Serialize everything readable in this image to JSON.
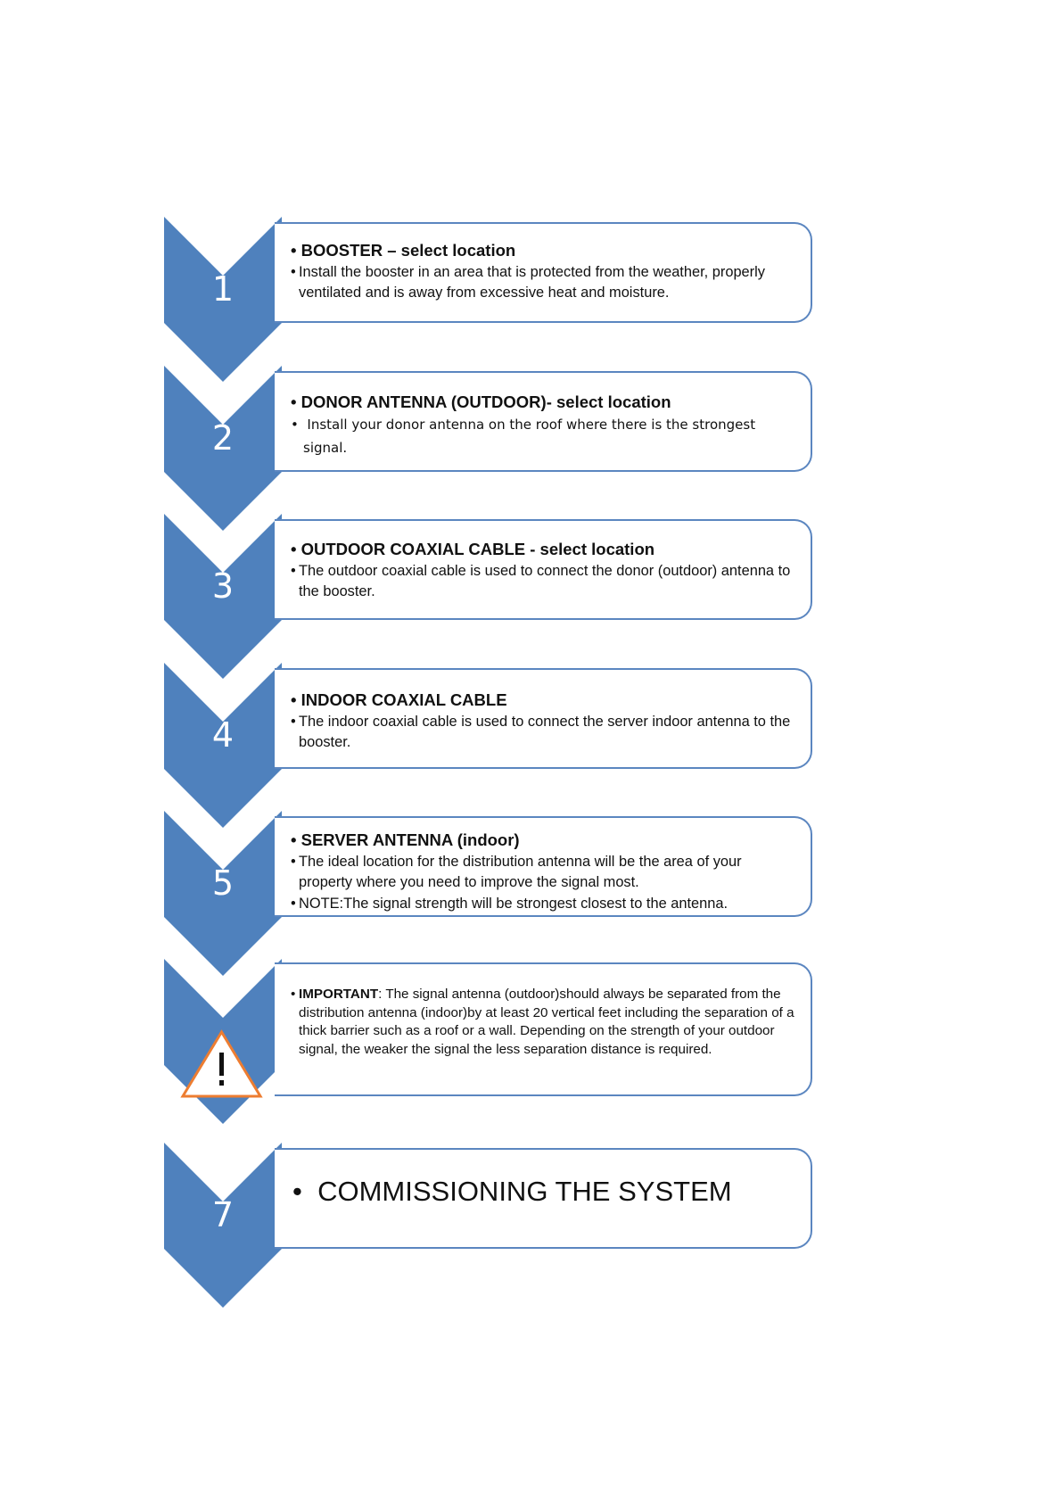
{
  "colors": {
    "chevron": "#4f81bd",
    "box_border": "#5b86c0",
    "warning": "#ed7d31"
  },
  "steps": [
    {
      "number": "1",
      "title": "BOOSTER – select location",
      "body": [
        "Install the booster in an area that is protected from the weather, properly ventilated and is away from excessive heat and moisture."
      ]
    },
    {
      "number": "2",
      "title": "DONOR ANTENNA (OUTDOOR)- select location",
      "body": [
        "Install your donor antenna on the roof where there is the strongest signal."
      ]
    },
    {
      "number": "3",
      "title": "OUTDOOR COAXIAL CABLE - select location",
      "body": [
        "The outdoor coaxial cable is used to connect the donor (outdoor) antenna to the booster."
      ]
    },
    {
      "number": "4",
      "title": "INDOOR COAXIAL CABLE",
      "body": [
        "The indoor coaxial cable is used to connect the server indoor antenna to the booster."
      ]
    },
    {
      "number": "5",
      "title": "SERVER ANTENNA (indoor)",
      "body": [
        "The ideal location for the distribution antenna will be the area of your property where you need to improve the signal most.",
        "NOTE:The signal strength will be strongest closest to the antenna."
      ]
    },
    {
      "icon": "warning-icon",
      "important_label": "IMPORTANT",
      "important_text": ": The signal antenna (outdoor)should always be separated from the distribution antenna (indoor)by at least 20 vertical feet including the separation of a thick barrier such as a roof or a wall. Depending on the strength of your outdoor signal, the weaker the signal the less separation distance is required."
    },
    {
      "number": "7",
      "title": "COMMISSIONING THE SYSTEM"
    }
  ]
}
